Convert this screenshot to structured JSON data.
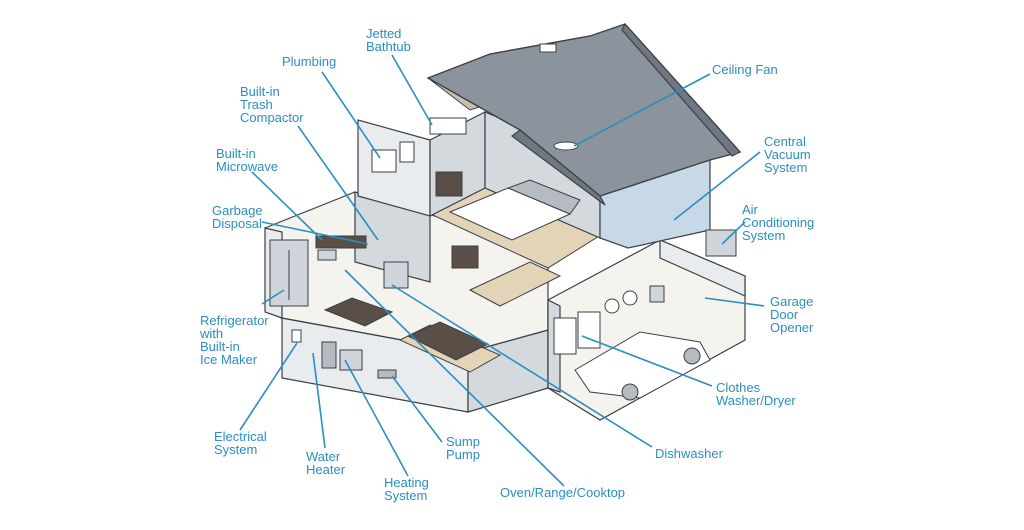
{
  "labels": {
    "jetted_bathtub": "Jetted\nBathtub",
    "plumbing": "Plumbing",
    "trash_compactor": "Built-in\nTrash\nCompactor",
    "microwave": "Built-in\nMicrowave",
    "garbage_disposal": "Garbage\nDisposal",
    "refrigerator": "Refrigerator\nwith\nBuilt-in\nIce Maker",
    "electrical": "Electrical\nSystem",
    "water_heater": "Water\nHeater",
    "heating": "Heating\nSystem",
    "sump_pump": "Sump\nPump",
    "oven": "Oven/Range/Cooktop",
    "dishwasher": "Dishwasher",
    "washer_dryer": "Clothes\nWasher/Dryer",
    "garage_door": "Garage\nDoor\nOpener",
    "air_conditioning": "Air\nConditioning\nSystem",
    "central_vacuum": "Central\nVacuum\nSystem",
    "ceiling_fan": "Ceiling Fan"
  },
  "colors": {
    "label": "#2a8fc1",
    "outline": "#3b4046",
    "roof": "#8b949c",
    "siding": "#c7d8e6"
  }
}
